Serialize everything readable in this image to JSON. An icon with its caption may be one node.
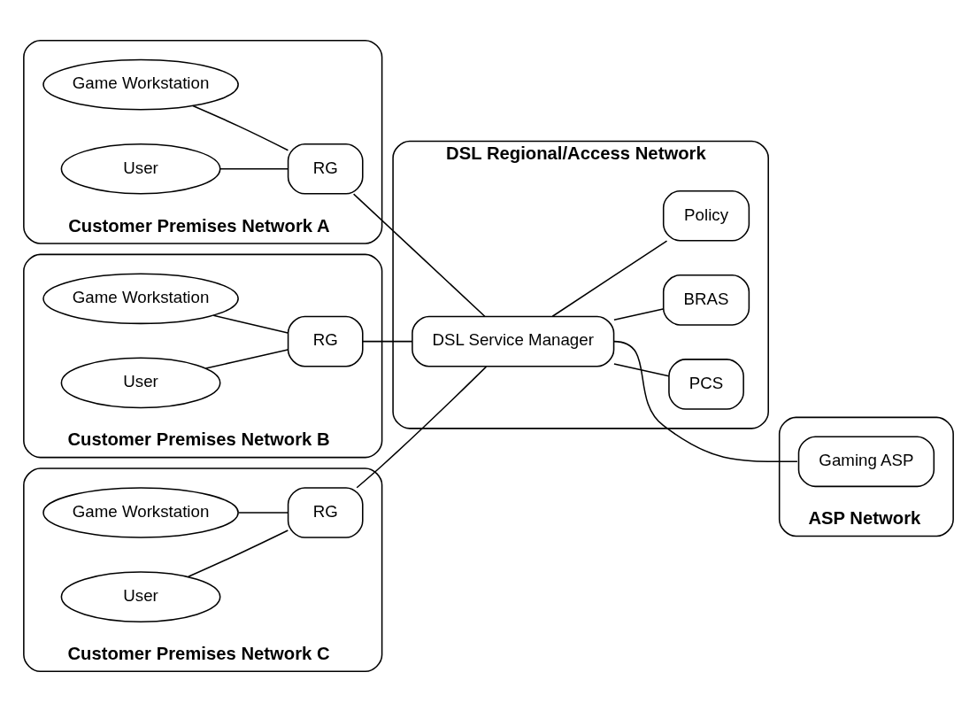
{
  "diagram": {
    "nodes": [
      {
        "text": [
          "Customer Premises Network A"
        ]
      },
      {
        "text": [
          "Game Workstation"
        ],
        "in": 0
      },
      {
        "text": [
          "User"
        ],
        "in": 0
      },
      {
        "text": [
          "RG"
        ],
        "in": 0
      },
      {
        "text": [
          "Customer Premises Network B"
        ]
      },
      {
        "text": [
          "Game Workstation"
        ],
        "in": 4
      },
      {
        "text": [
          "User"
        ],
        "in": 4
      },
      {
        "text": [
          "RG"
        ],
        "in": 4
      },
      {
        "text": [
          "Customer Premises Network C"
        ]
      },
      {
        "text": [
          "Game Workstation"
        ],
        "in": 8
      },
      {
        "text": [
          "User"
        ],
        "in": 8
      },
      {
        "text": [
          "RG"
        ],
        "in": 8
      },
      {
        "text": [
          "DSL Regional/Access Network"
        ]
      },
      {
        "text": [
          "DSL Service Manager"
        ],
        "in": 12
      },
      {
        "text": [
          "PCS"
        ],
        "in": 12
      },
      {
        "text": [
          "BRAS"
        ],
        "in": 12
      },
      {
        "text": [
          "Policy"
        ],
        "in": 12
      },
      {
        "text": [
          "ASP Network"
        ]
      },
      {
        "text": [
          "Gaming ASP"
        ],
        "in": 17
      }
    ],
    "edges": [
      {
        "from": 1,
        "to": 3,
        "arrow": "none"
      },
      {
        "from": 2,
        "to": 3,
        "arrow": "none"
      },
      {
        "from": 3,
        "to": 13,
        "arrow": "none"
      },
      {
        "from": 5,
        "to": 7,
        "arrow": "none"
      },
      {
        "from": 6,
        "to": 7,
        "arrow": "none"
      },
      {
        "from": 7,
        "to": 13,
        "arrow": "none"
      },
      {
        "from": 9,
        "to": 11,
        "arrow": "none"
      },
      {
        "from": 10,
        "to": 11,
        "arrow": "none"
      },
      {
        "from": 11,
        "to": 13,
        "arrow": "none"
      },
      {
        "from": 13,
        "to": 14,
        "arrow": "none"
      },
      {
        "from": 13,
        "to": 15,
        "arrow": "none"
      },
      {
        "from": 13,
        "to": 16,
        "arrow": "none"
      },
      {
        "from": 13,
        "to": 18,
        "arrow": "none"
      }
    ]
  }
}
